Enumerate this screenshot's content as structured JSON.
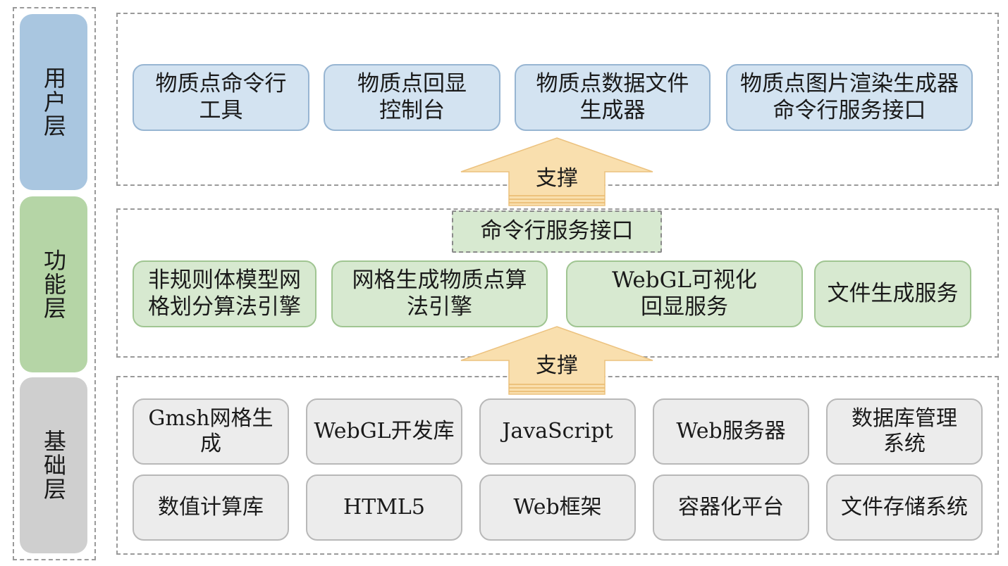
{
  "layers": {
    "user": "用户层",
    "function": "功能层",
    "base": "基础层"
  },
  "user_boxes": [
    "物质点命令行\n工具",
    "物质点回显\n控制台",
    "物质点数据文件\n生成器",
    "物质点图片渲染生成器\n命令行服务接口"
  ],
  "arrow_label": "支撑",
  "function_interface": "命令行服务接口",
  "function_boxes": [
    "非规则体模型网\n格划分算法引擎",
    "网格生成物质点算\n法引擎",
    "WebGL可视化\n回显服务",
    "文件生成服务"
  ],
  "base_boxes": [
    "Gmsh网格生成",
    "WebGL开发库",
    "JavaScript",
    "Web服务器",
    "数据库管理\n系统",
    "数值计算库",
    "HTML5",
    "Web框架",
    "容器化平台",
    "文件存储系统"
  ],
  "colors": {
    "user": "#a9c6e0",
    "function": "#b5d5a6",
    "base": "#cfcfcf",
    "arrow": "#f9dfae"
  }
}
